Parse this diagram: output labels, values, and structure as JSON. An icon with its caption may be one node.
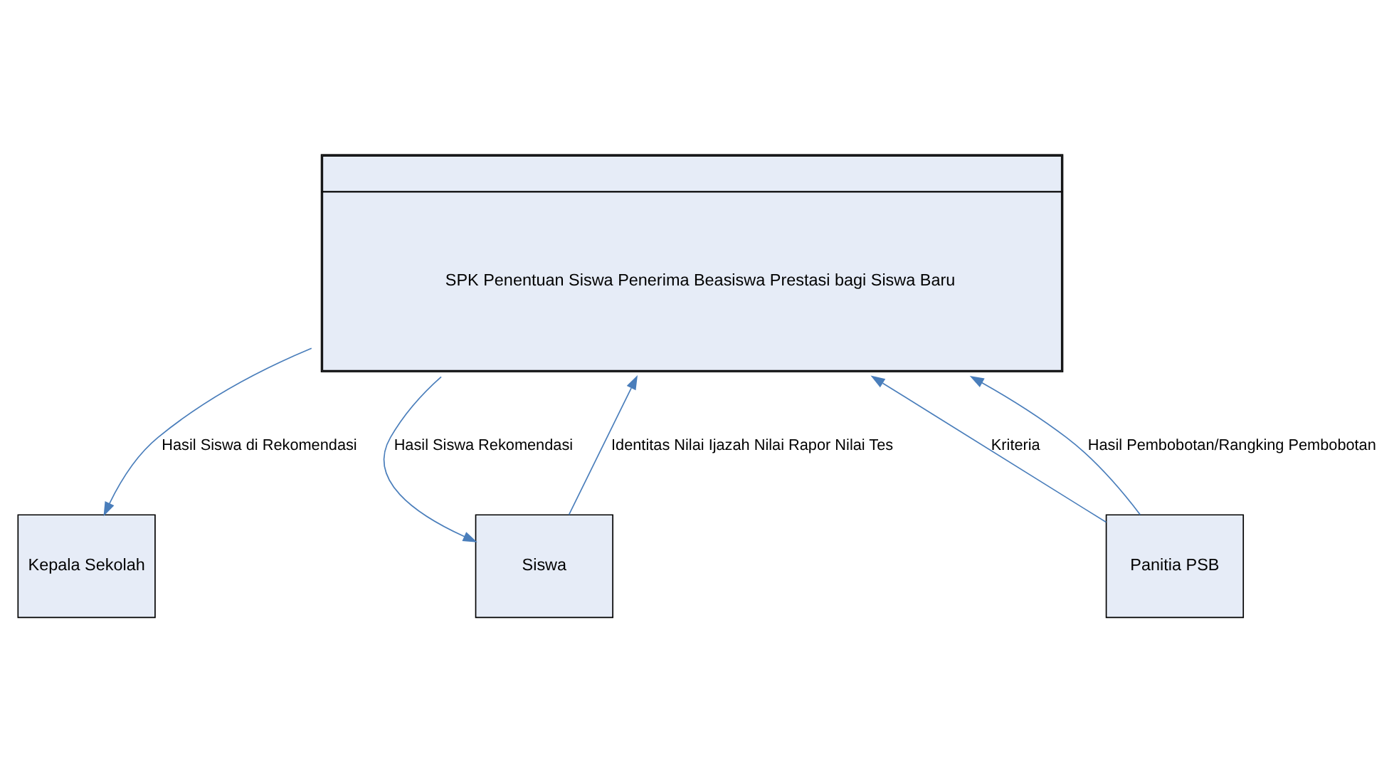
{
  "diagram": {
    "nodes": [
      {
        "text": [
          "SPK Penentuan Siswa Penerima Beasiswa Prestasi bagi Siswa Baru"
        ]
      },
      {
        "text": [
          "Kepala Sekolah"
        ]
      },
      {
        "text": [
          "Panitia PSB"
        ]
      },
      {
        "text": [
          "Siswa"
        ]
      }
    ],
    "edges": [
      {
        "from": 0,
        "to": 1,
        "arrow": "to",
        "label": "Hasil Siswa di Rekomendasi"
      },
      {
        "from": 2,
        "to": 0,
        "arrow": "to",
        "label": "Kriteria"
      },
      {
        "from": 2,
        "to": 0,
        "arrow": "to",
        "label": "Hasil Pembobotan/Rangking Pembobotan"
      },
      {
        "from": 3,
        "to": 0,
        "arrow": "to",
        "label": "Identitas Nilai Ijazah Nilai Rapor Nilai Tes"
      },
      {
        "from": 0,
        "to": 3,
        "arrow": "to",
        "label": "Hasil Siswa Rekomendasi"
      }
    ]
  }
}
